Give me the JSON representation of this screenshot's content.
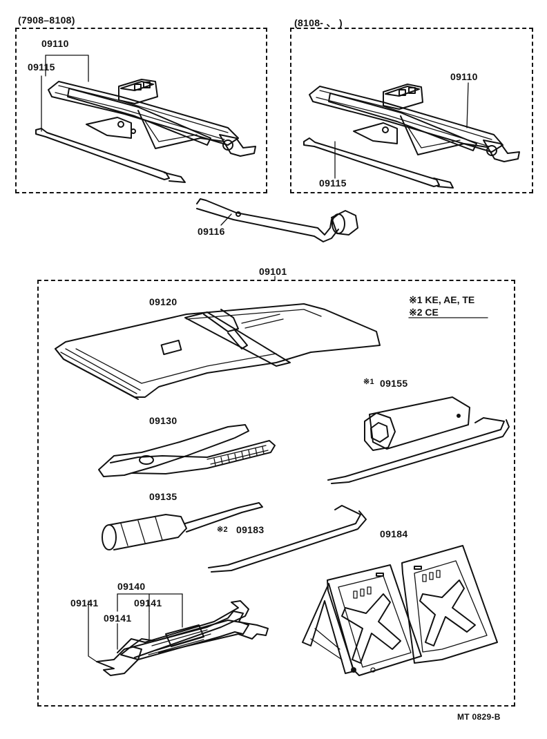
{
  "groups": {
    "left_jack_period": "(7908–8108)",
    "right_jack_period": "(8108-  、  )"
  },
  "parts": {
    "jack_left": "09110",
    "handle_left": "09115",
    "jack_right": "09110",
    "handle_right": "09115",
    "jack_handle_wrench": "09116",
    "tool_set": "09101",
    "tool_bag": "09120",
    "plug_wrench": "09155",
    "pliers": "09130",
    "screwdriver": "09135",
    "bar": "09183",
    "chock": "09184",
    "wrench_set": "09140",
    "wrench_a": "09141",
    "wrench_b": "09141",
    "wrench_c": "09141"
  },
  "notes": {
    "note1": "※1 KE, AE, TE",
    "note2": "※2 CE",
    "mark1": "※1",
    "mark2": "※2"
  },
  "diagram_code": "MT 0829-B"
}
